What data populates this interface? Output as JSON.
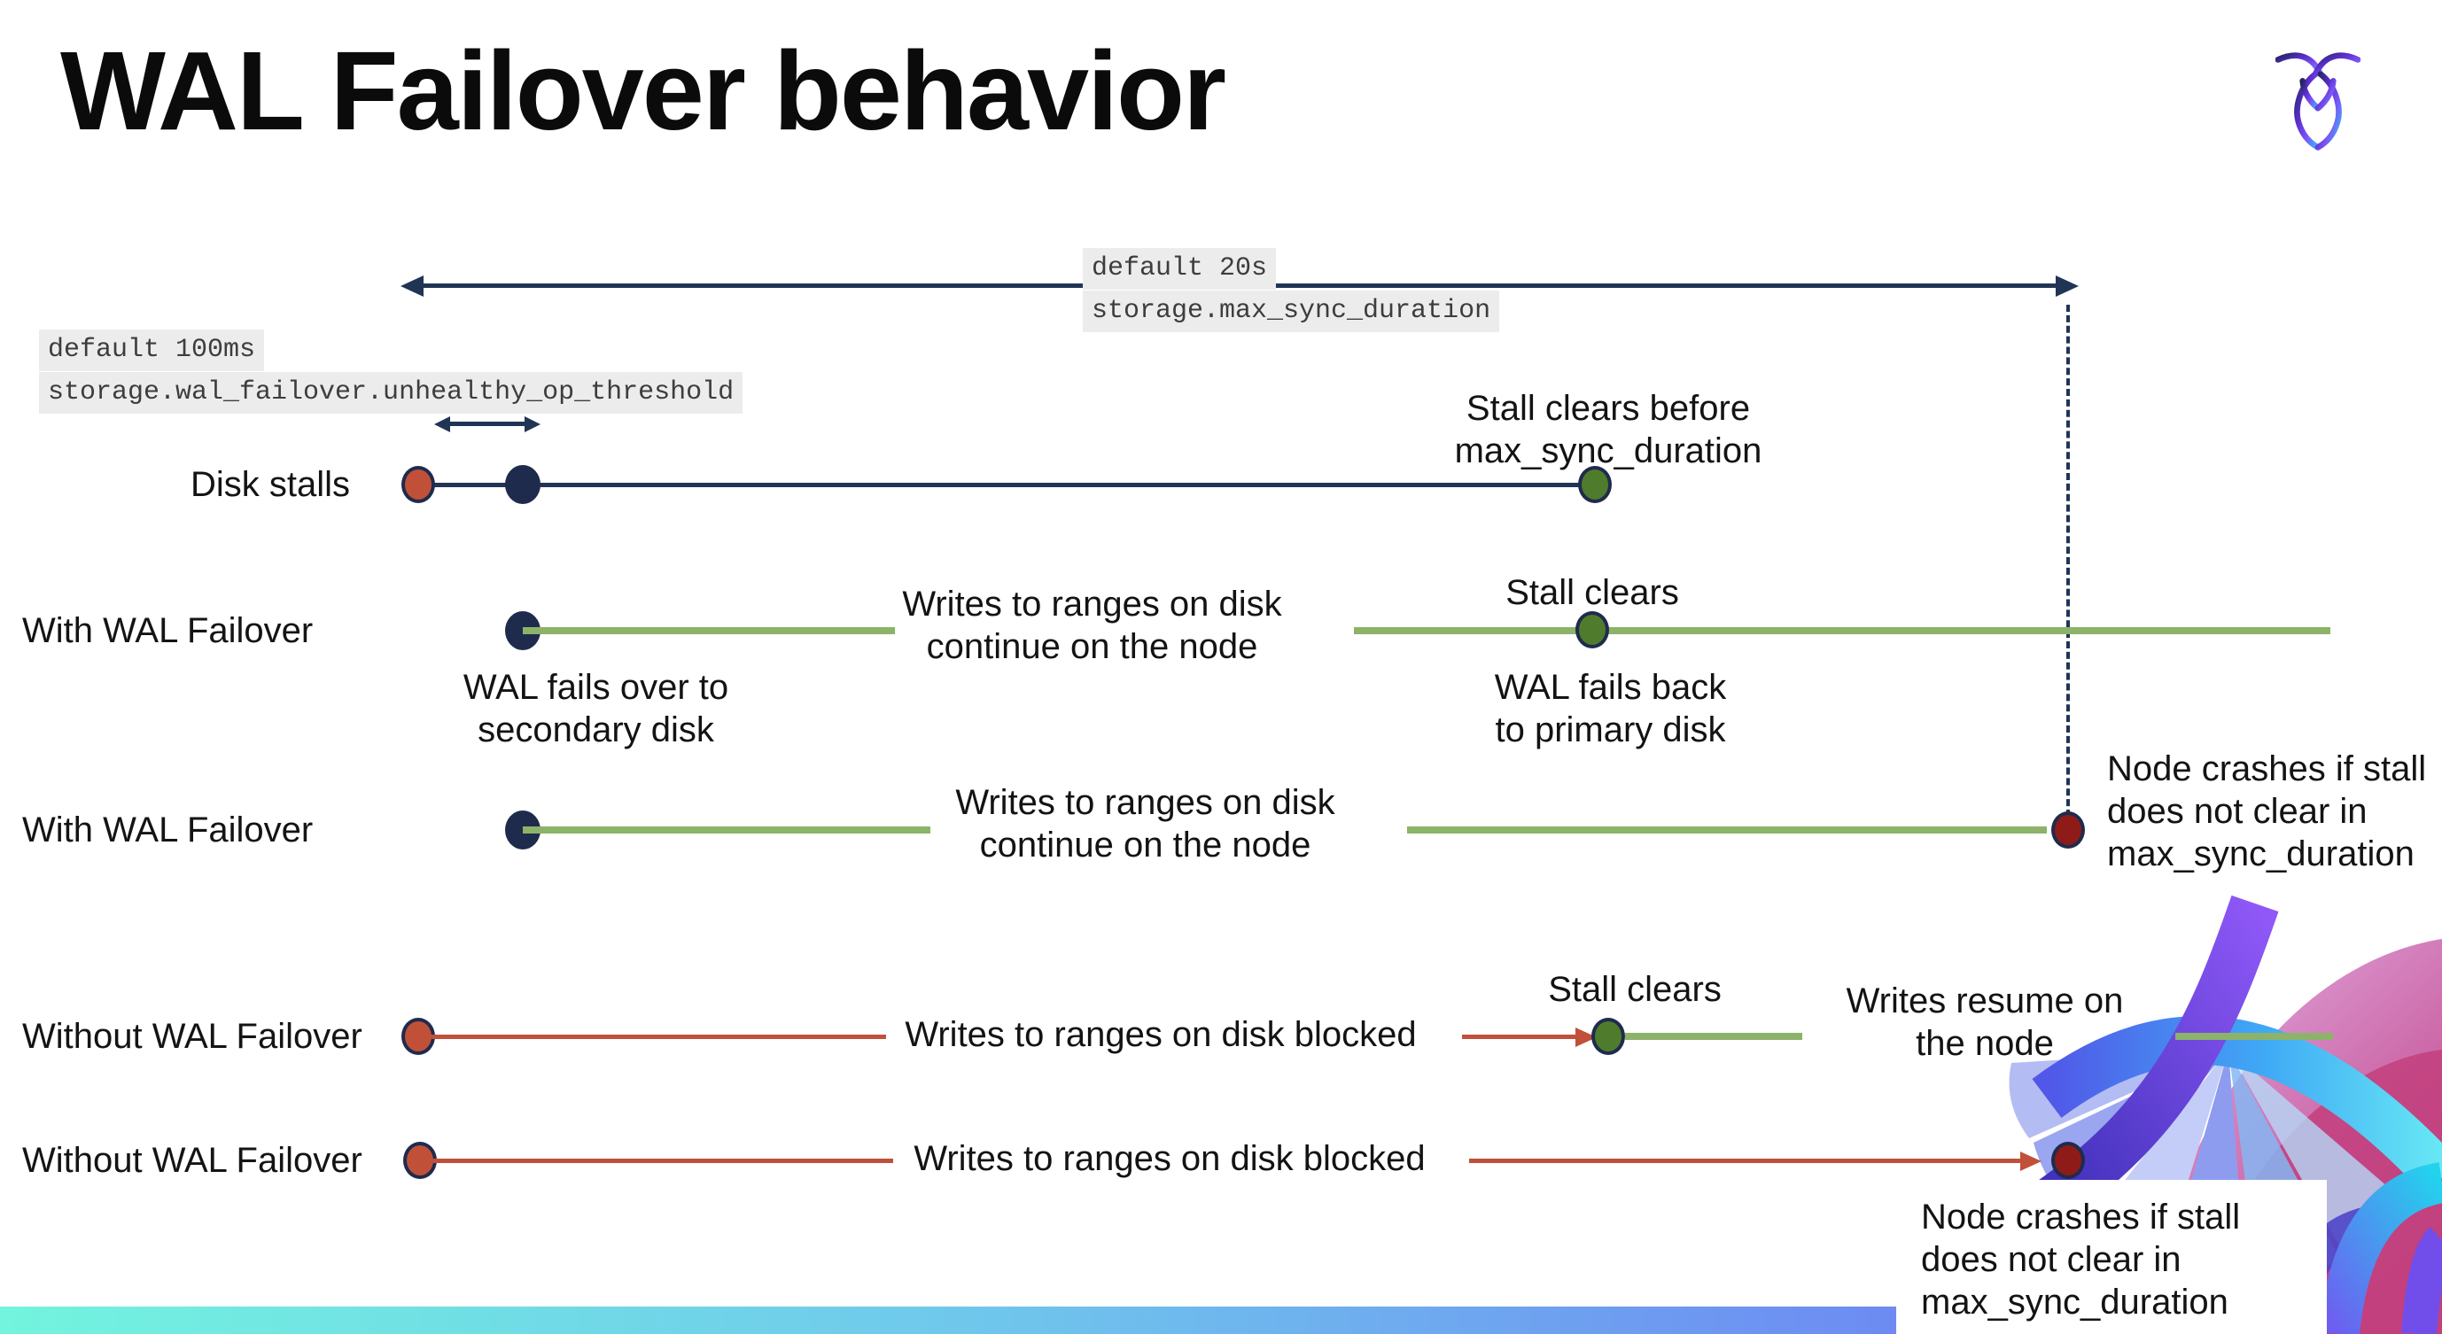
{
  "slide": {
    "title": "WAL Failover behavior"
  },
  "settings": {
    "max_sync_duration": {
      "line1": "default 20s",
      "line2": "storage.max_sync_duration"
    },
    "unhealthy_op_threshold": {
      "line1": "default 100ms",
      "line2": "storage.wal_failover.unhealthy_op_threshold"
    }
  },
  "rows": [
    {
      "label": "Disk stalls"
    },
    {
      "label": "With WAL Failover"
    },
    {
      "label": "With WAL Failover"
    },
    {
      "label": "Without WAL Failover"
    },
    {
      "label": "Without WAL Failover"
    }
  ],
  "annotations": {
    "stall_clears_before": "Stall clears before\nmax_sync_duration",
    "writes_continue": "Writes to ranges on disk\ncontinue on the node",
    "stall_clears": "Stall clears",
    "wal_fails_over": "WAL fails over to\nsecondary disk",
    "wal_fails_back": "WAL fails  back\nto primary disk",
    "node_crashes": "Node crashes if stall\ndoes not clear in\nmax_sync_duration",
    "writes_blocked": "Writes to ranges on disk  blocked",
    "writes_resume": "Writes resume on\nthe node"
  },
  "colors": {
    "navy": "#203455",
    "red_line": "#c0503a",
    "red_dot": "#c05138",
    "crash_dot": "#8e1b18",
    "green_dot": "#4e7c2c",
    "green_line": "#8cb369",
    "code_bg": "#ececec",
    "bar_gradient": [
      "#72f4de",
      "#6fc7ec",
      "#6d8ff2",
      "#6c66ef"
    ]
  }
}
